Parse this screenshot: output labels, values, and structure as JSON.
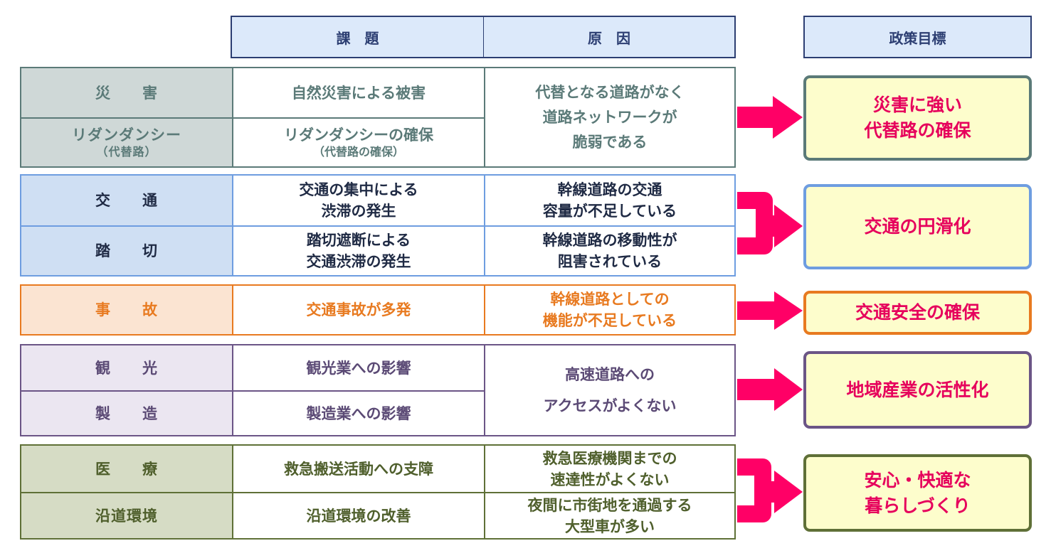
{
  "colors": {
    "header_border": "#2c3e72",
    "header_fill": "#dce9fa",
    "arrow": "#ff0066",
    "goal_text": "#e6005c",
    "goal_fill": "#fdfdcc",
    "disaster": "#5b7a78",
    "traffic": "#6e9de0",
    "accident": "#e87a20",
    "tourism": "#6b5586",
    "medical": "#5f7037"
  },
  "headers": {
    "issue": "課　題",
    "cause": "原　因",
    "goal": "政策目標"
  },
  "groups": {
    "disaster": {
      "rows": [
        {
          "category": "災　　害",
          "issue": "自然災害による被害"
        },
        {
          "category": "リダンダンシー",
          "category_note": "（代替路）",
          "issue": "リダンダンシーの確保",
          "issue_note": "（代替路の確保）"
        }
      ],
      "cause": [
        "代替となる道路がなく",
        "道路ネットワークが",
        "脆弱である"
      ],
      "goal": [
        "災害に強い",
        "代替路の確保"
      ]
    },
    "traffic": {
      "rows": [
        {
          "category": "交　　通",
          "issue": [
            "交通の集中による",
            "渋滞の発生"
          ],
          "cause": [
            "幹線道路の交通",
            "容量が不足している"
          ]
        },
        {
          "category": "踏　　切",
          "issue": [
            "踏切遮断による",
            "交通渋滞の発生"
          ],
          "cause": [
            "幹線道路の移動性が",
            "阻害されている"
          ]
        }
      ],
      "goal": [
        "交通の円滑化"
      ]
    },
    "accident": {
      "rows": [
        {
          "category": "事　　故",
          "issue": "交通事故が多発",
          "cause": [
            "幹線道路としての",
            "機能が不足している"
          ]
        }
      ],
      "goal": [
        "交通安全の確保"
      ]
    },
    "tourism": {
      "rows": [
        {
          "category": "観　　光",
          "issue": "観光業への影響"
        },
        {
          "category": "製　　造",
          "issue": "製造業への影響"
        }
      ],
      "cause": [
        "高速道路への",
        "アクセスがよくない"
      ],
      "goal": [
        "地域産業の活性化"
      ]
    },
    "medical": {
      "rows": [
        {
          "category": "医　　療",
          "issue": "救急搬送活動への支障",
          "cause": [
            "救急医療機関までの",
            "速達性がよくない"
          ]
        },
        {
          "category": "沿道環境",
          "issue": "沿道環境の改善",
          "cause": [
            "夜間に市街地を通過する",
            "大型車が多い"
          ]
        }
      ],
      "goal": [
        "安心・快適な",
        "暮らしづくり"
      ]
    }
  }
}
